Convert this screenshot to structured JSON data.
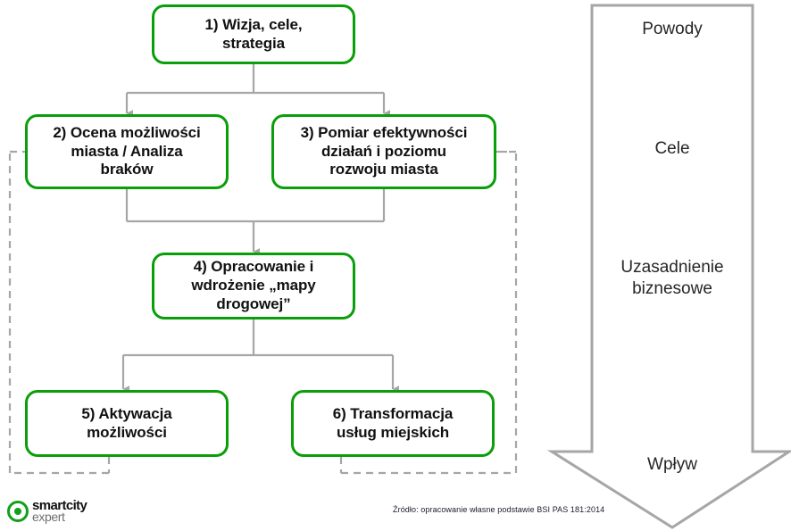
{
  "diagram": {
    "accent_color": "#0a9e0a",
    "connector_color": "#a6a6a6",
    "nodes": [
      {
        "id": "n1",
        "lines": [
          "1) Wizja, cele,",
          "strategia"
        ]
      },
      {
        "id": "n2",
        "lines": [
          "2) Ocena możliwości",
          "miasta / Analiza",
          "braków"
        ]
      },
      {
        "id": "n3",
        "lines": [
          "3) Pomiar efektywności",
          "działań i poziomu",
          "rozwoju miasta"
        ]
      },
      {
        "id": "n4",
        "lines": [
          "4) Opracowanie i",
          "wdrożenie „mapy",
          "drogowej”"
        ]
      },
      {
        "id": "n5",
        "lines": [
          "5) Aktywacja",
          "możliwości"
        ]
      },
      {
        "id": "n6",
        "lines": [
          "6) Transformacja",
          "usług miejskich"
        ]
      }
    ]
  },
  "side_arrow": {
    "labels": [
      {
        "id": "l1",
        "text": "Powody"
      },
      {
        "id": "l2",
        "text": "Cele"
      },
      {
        "id": "l3",
        "lines": [
          "Uzasadnienie",
          "biznesowe"
        ]
      },
      {
        "id": "l4",
        "text": "Wpływ"
      }
    ]
  },
  "footer": {
    "source": "Źródło: opracowanie własne podstawie BSI PAS 181:2014",
    "logo": {
      "top": "smartcity",
      "bottom": "expert",
      "icon": "target-ring-icon"
    }
  }
}
